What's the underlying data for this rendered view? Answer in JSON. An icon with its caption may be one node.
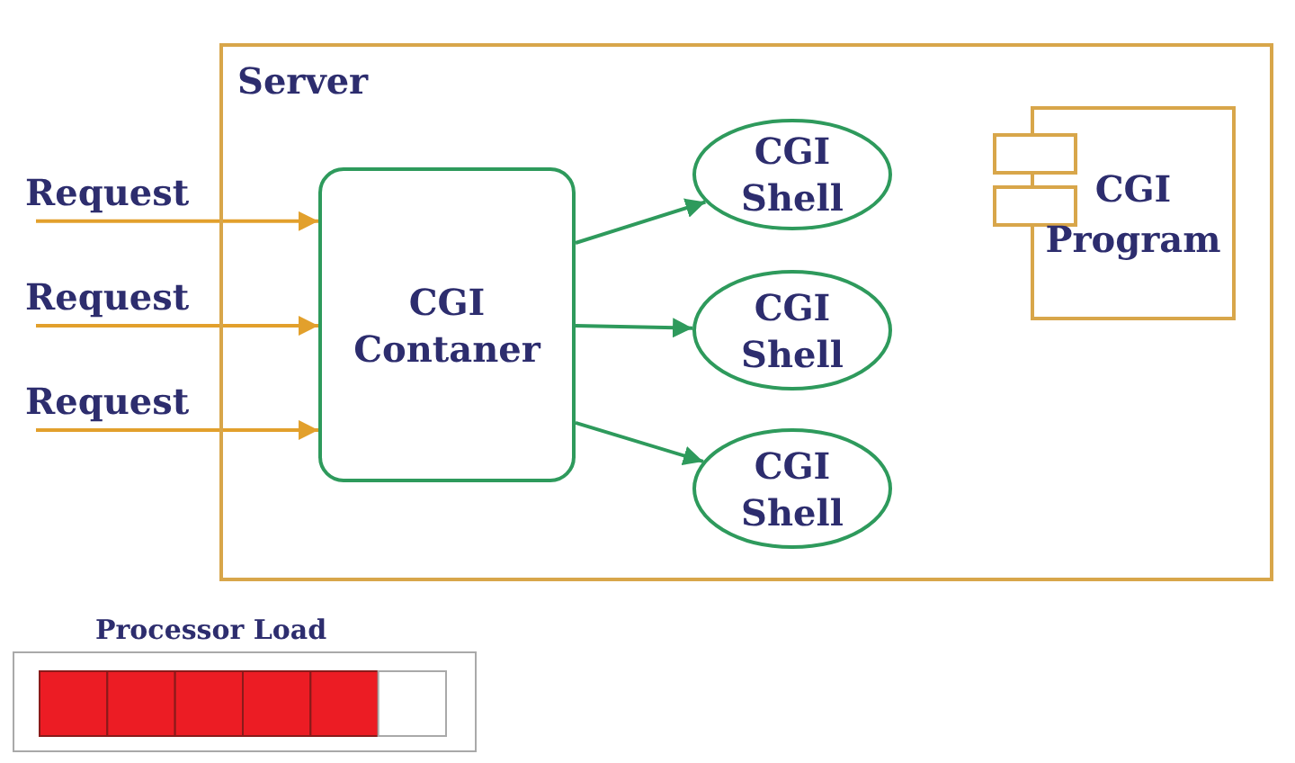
{
  "diagram": {
    "nodes": [
      {
        "text": [
          "Server"
        ]
      },
      {
        "text": [
          "CGI Contaner"
        ],
        "in": 0
      },
      {
        "text": [
          "CGI Shell"
        ],
        "in": 0
      },
      {
        "text": [
          "CGI Shell"
        ],
        "in": 0
      },
      {
        "text": [
          "CGI Shell"
        ],
        "in": 0
      },
      {
        "text": [
          "CGI Program"
        ],
        "in": 0
      },
      {
        "text": [
          "Processor Load"
        ]
      }
    ],
    "edges": [
      {
        "from": null,
        "to": 1,
        "arrow": "to",
        "label": "Request",
        "color": "#e2a02c"
      },
      {
        "from": null,
        "to": 1,
        "arrow": "to",
        "label": "Request",
        "color": "#e2a02c"
      },
      {
        "from": null,
        "to": 1,
        "arrow": "to",
        "label": "Request",
        "color": "#e2a02c"
      },
      {
        "from": 1,
        "to": 2,
        "arrow": "to",
        "color": "#2e9a5c"
      },
      {
        "from": 1,
        "to": 3,
        "arrow": "to",
        "color": "#2e9a5c"
      },
      {
        "from": 1,
        "to": 4,
        "arrow": "to",
        "color": "#2e9a5c"
      }
    ]
  }
}
